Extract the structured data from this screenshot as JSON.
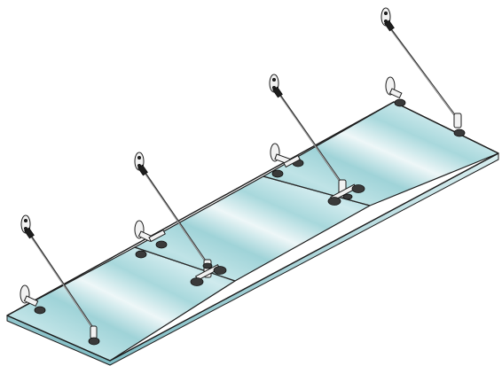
{
  "diagram": {
    "subject": "glass-canopy-with-tension-rods",
    "panel_count": 3,
    "rod_count": 4,
    "colors": {
      "background": "#ffffff",
      "glass_edge": "#2a3a40",
      "glass_light": "#eef7f8",
      "glass_mid": "#bfe3e6",
      "glass_dark": "#8fccd3",
      "hardware": "#f2f2f2",
      "hardware_outline": "#1c1c1c",
      "rod": "#3a3a3a"
    }
  }
}
